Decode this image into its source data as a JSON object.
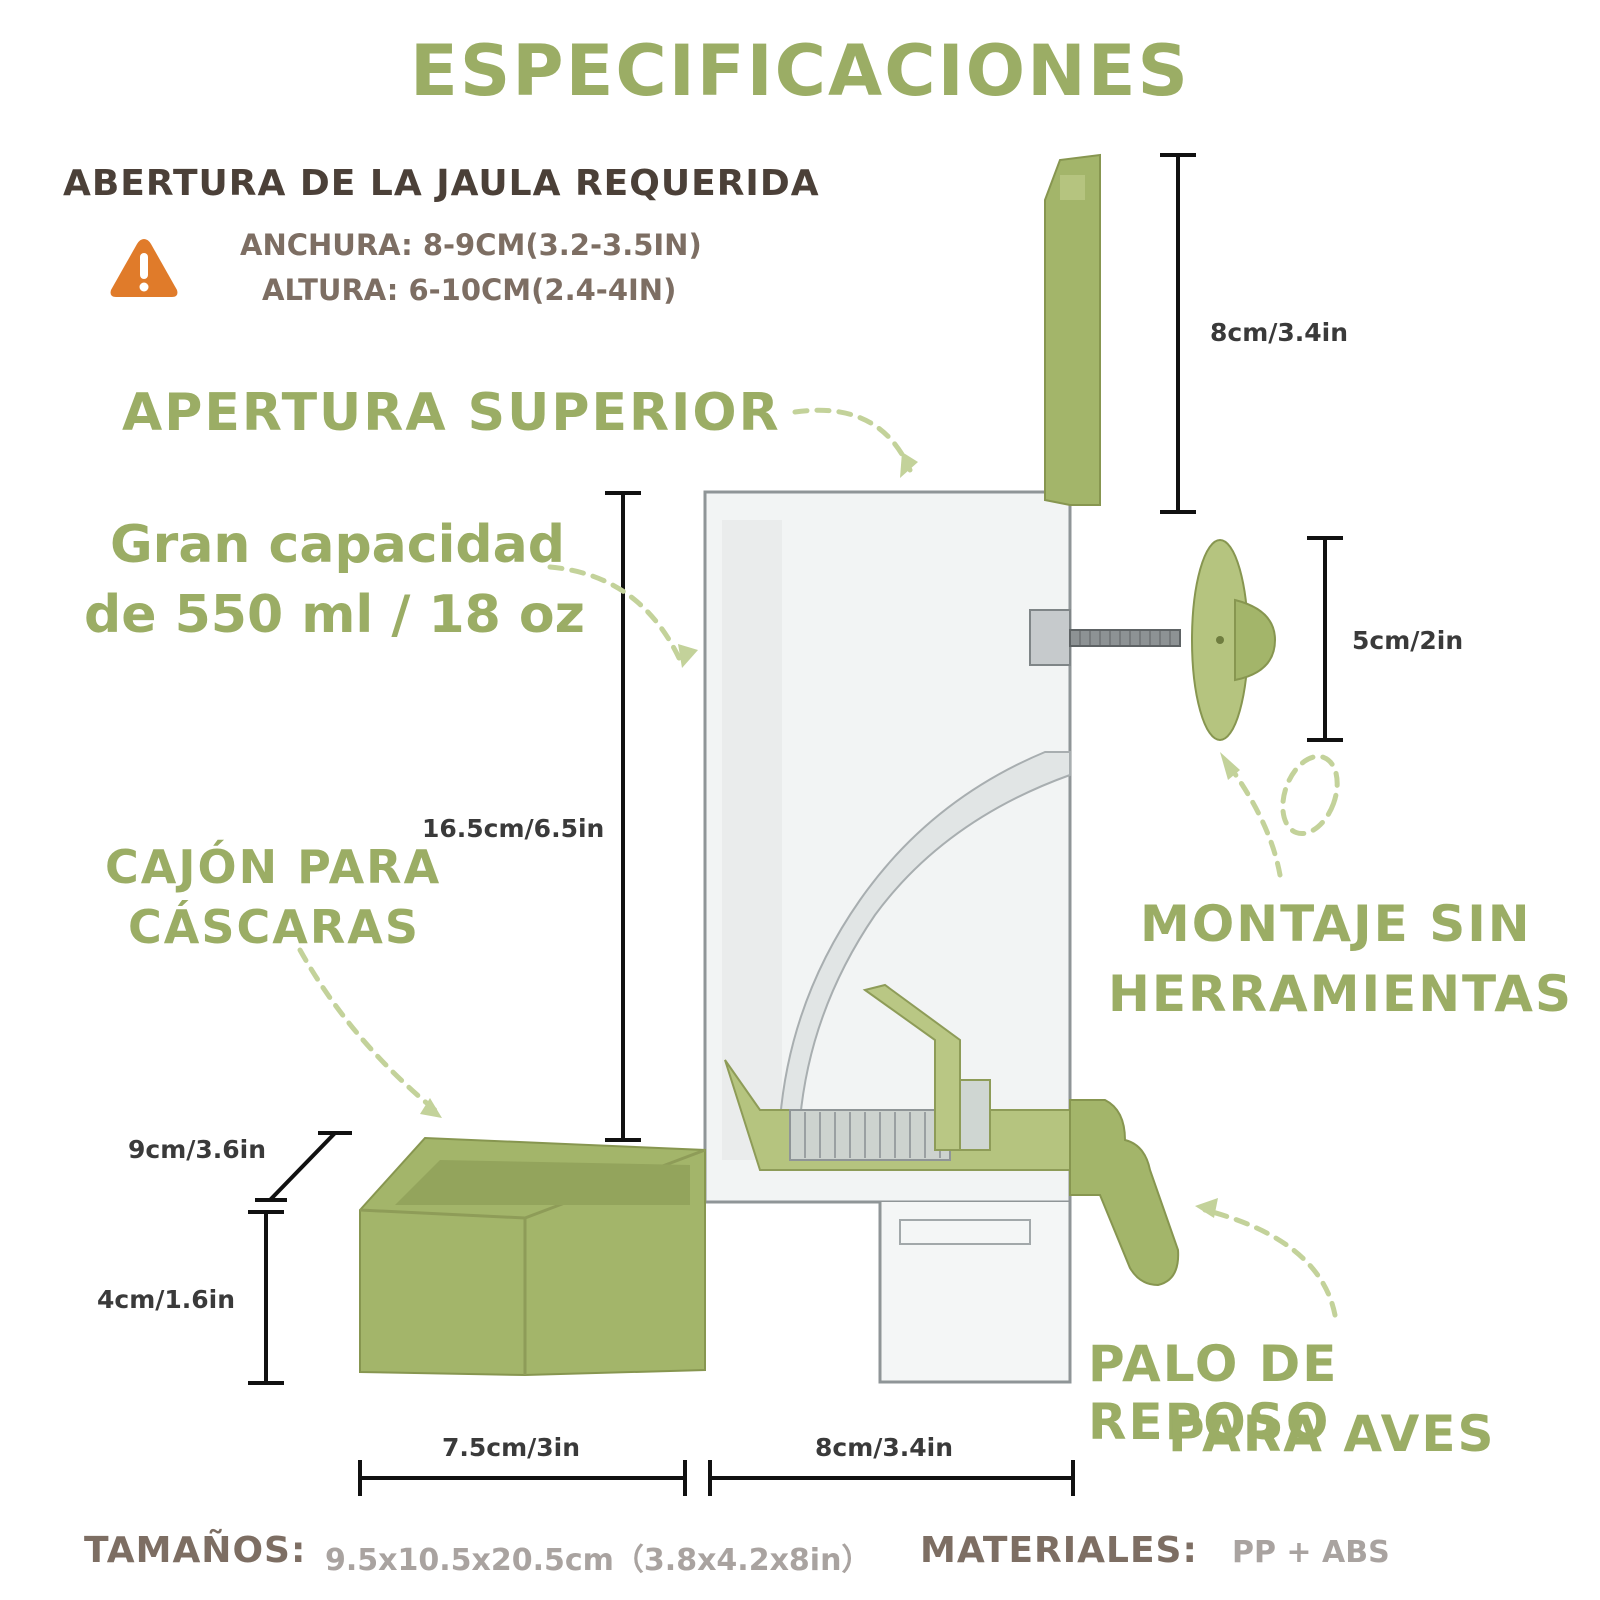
{
  "title": "ESPECIFICACIONES",
  "cage_opening": {
    "heading": "ABERTURA DE LA JAULA REQUERIDA",
    "width_line": "ANCHURA: 8-9CM(3.2-3.5IN)",
    "height_line": "ALTURA: 6-10CM(2.4-4IN)",
    "warning_icon_color": "#e07b2a"
  },
  "features": {
    "top_opening": "APERTURA SUPERIOR",
    "capacity_line1": "Gran capacidad",
    "capacity_line2": "de 550 ml / 18 oz",
    "shell_drawer_line1": "CAJÓN PARA",
    "shell_drawer_line2": "CÁSCARAS",
    "tool_free_line1": "MONTAJE SIN",
    "tool_free_line2": "HERRAMIENTAS",
    "perch_line1": "PALO DE REPOSO",
    "perch_line2": "PARA AVES"
  },
  "dimensions": {
    "lid_height": "8cm/3.4in",
    "screw_disc": "5cm/2in",
    "body_height": "16.5cm/6.5in",
    "drawer_depth": "9cm/3.6in",
    "drawer_height": "4cm/1.6in",
    "drawer_width": "7.5cm/3in",
    "body_width": "8cm/3.4in"
  },
  "specs": {
    "sizes_label": "TAMAÑOS:",
    "sizes_value": "9.5x10.5x20.5cm（3.8x4.2x8in）",
    "materials_label": "MATERIALES:",
    "materials_value": "PP + ABS"
  },
  "colors": {
    "accent_green": "#9bad65",
    "product_green": "#a3b56a",
    "dark_text": "#4b4038"
  }
}
